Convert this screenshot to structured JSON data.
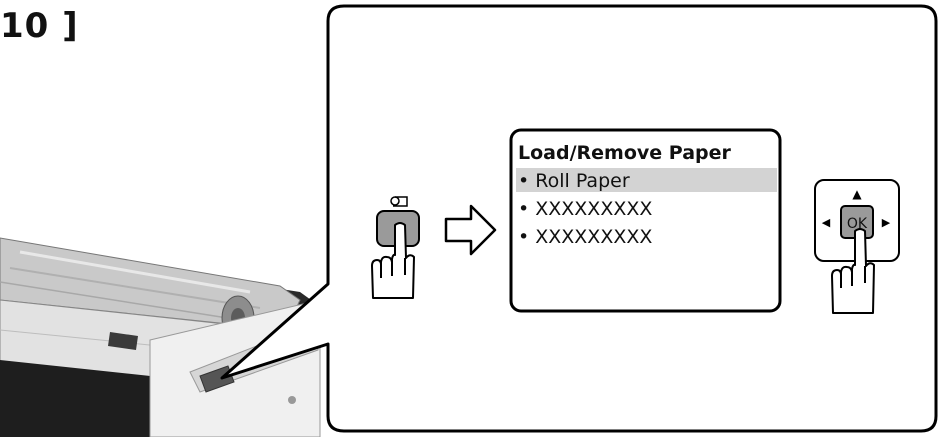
{
  "step": {
    "number_label": "10 ]"
  },
  "panel_screen": {
    "title": "Load/Remove Paper",
    "items": [
      {
        "label": "• Roll Paper",
        "selected": true
      },
      {
        "label": "• XXXXXXXXX",
        "selected": false
      },
      {
        "label": "• XXXXXXXXX",
        "selected": false
      }
    ]
  },
  "control_pad": {
    "ok_label": "OK",
    "up_arrow": "▲",
    "left_arrow": "◀",
    "right_arrow": "▶"
  },
  "icons": {
    "paper_button": "paper-roll-icon",
    "step_arrow": "arrow-right-icon",
    "hand_press": "pointing-hand-icon"
  },
  "colors": {
    "button_fill": "#9a9a9a",
    "highlight": "#d3d3d3",
    "outline": "#000000"
  }
}
